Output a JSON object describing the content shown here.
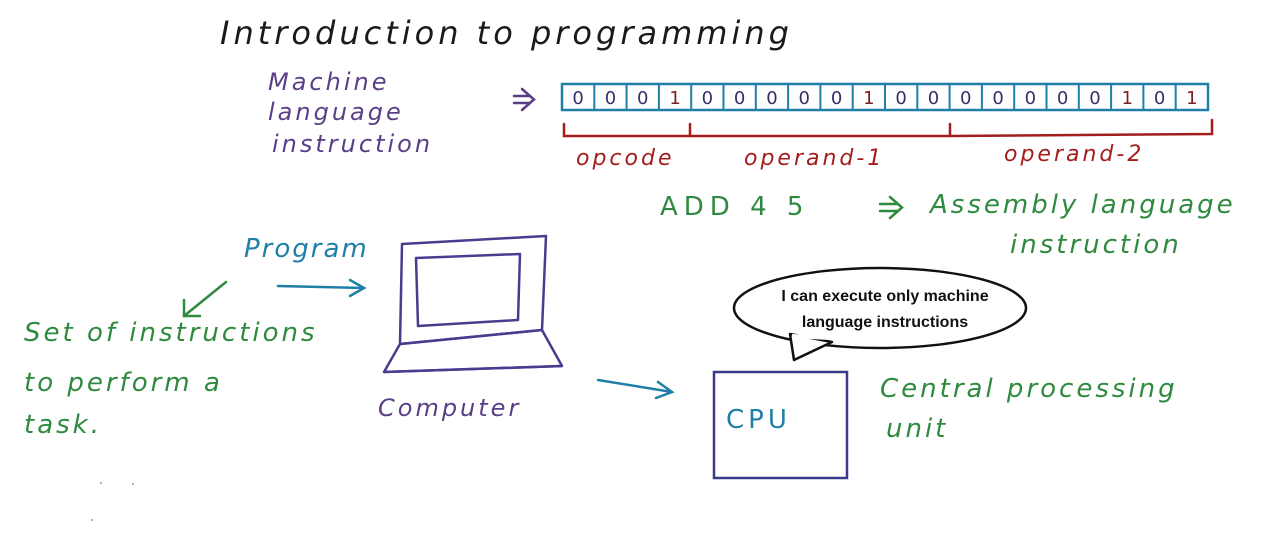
{
  "title": "Introduction to programming",
  "machine_language_label": [
    "Machine",
    "language",
    "instruction"
  ],
  "machine_bits": [
    "0",
    "0",
    "0",
    "1",
    "0",
    "0",
    "0",
    "0",
    "0",
    "1",
    "0",
    "0",
    "0",
    "0",
    "0",
    "0",
    "0",
    "1",
    "0",
    "1"
  ],
  "segments": {
    "opcode": "opcode",
    "operand1": "operand-1",
    "operand2": "operand-2"
  },
  "assembly": {
    "instruction": "ADD  4  5",
    "label_line1": "Assembly language",
    "label_line2": "instruction"
  },
  "program": {
    "label": "Program",
    "definition": [
      "Set of instructions",
      "to perform a",
      "task."
    ]
  },
  "computer_label": "Computer",
  "cpu": {
    "label": "CPU",
    "full_name_line1": "Central processing",
    "full_name_line2": "unit",
    "speech_line1": "I can execute only machine",
    "speech_line2": "language instructions"
  },
  "colors": {
    "title": "#1a1a1a",
    "machine_language": "#5b3f86",
    "bit_box": "#1f7fa6",
    "segments": "#a31d1d",
    "assembly": "#2f8a3f",
    "program": "#1f7fa6",
    "computer": "#4a3b8f",
    "cpu_box": "#3b3a8a"
  }
}
